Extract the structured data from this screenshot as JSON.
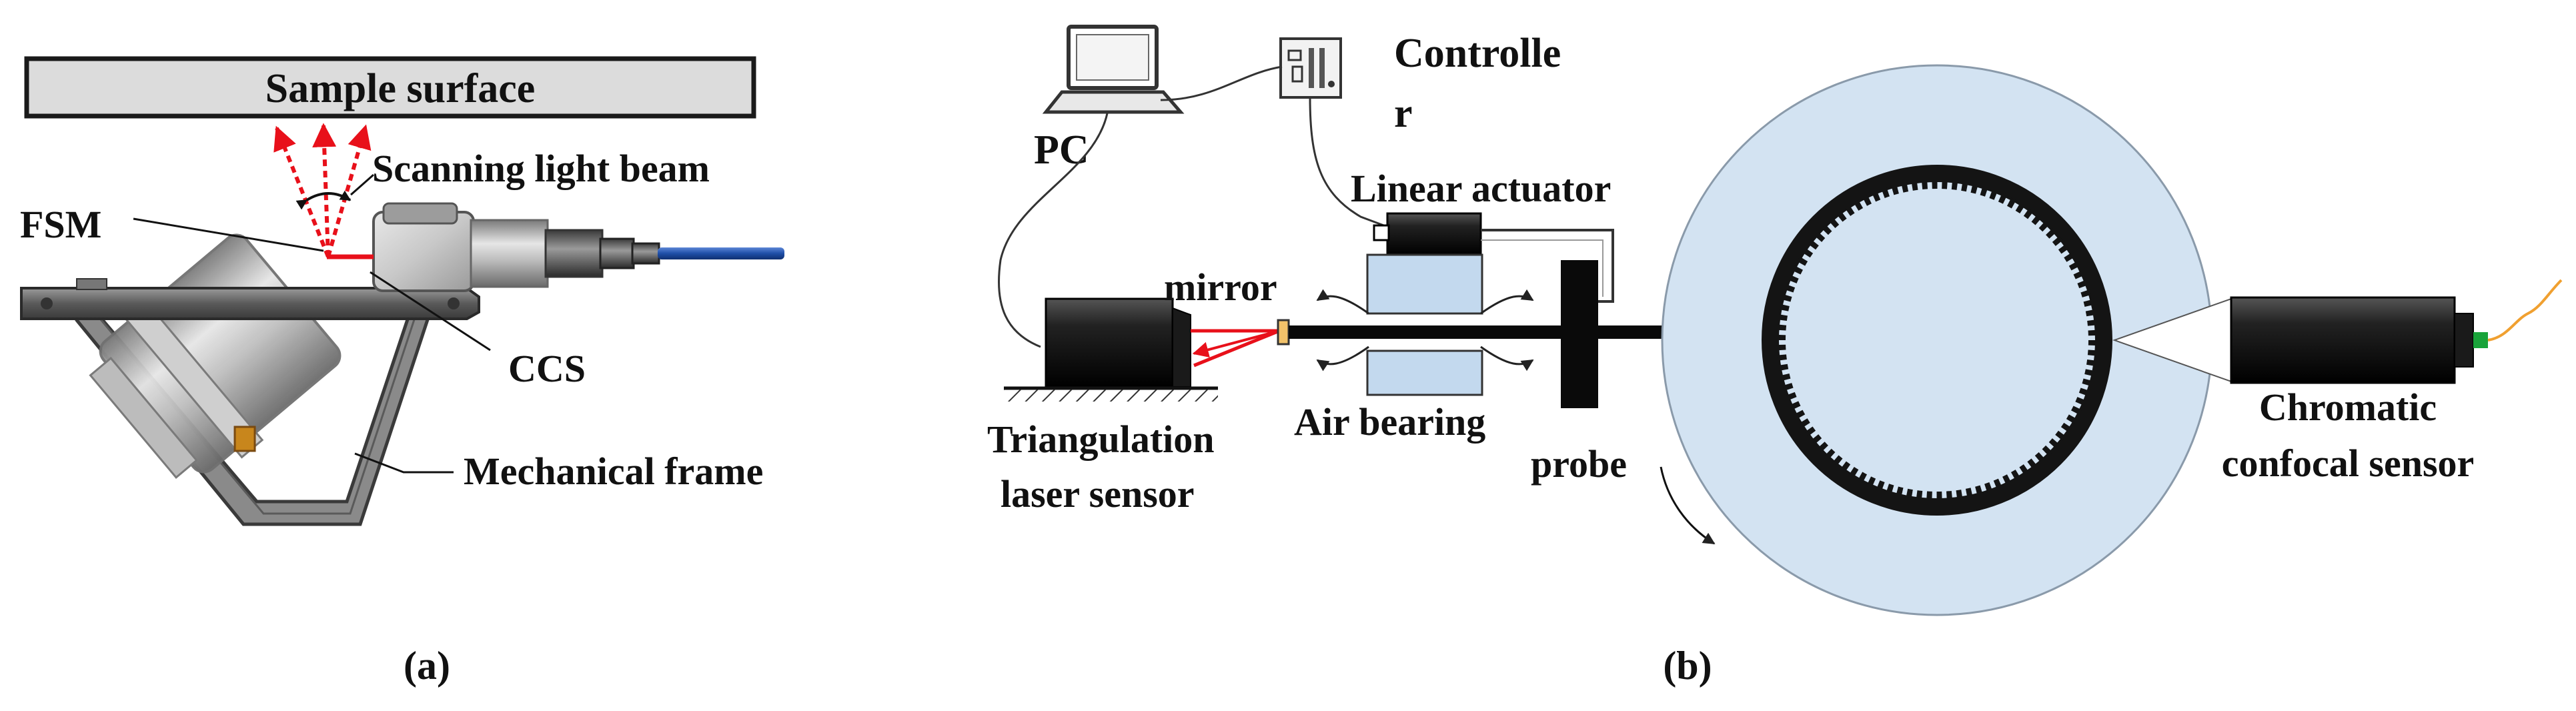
{
  "panel_a": {
    "sample_surface": "Sample surface",
    "scanning_light_beam": "Scanning light beam",
    "fsm": "FSM",
    "ccs": "CCS",
    "mechanical_frame": "Mechanical frame",
    "caption": "(a)"
  },
  "panel_b": {
    "pc": "PC",
    "controller_line1": "Controlle",
    "controller_line2": "r",
    "linear_actuator": "Linear actuator",
    "mirror": "mirror",
    "air_bearing": "Air bearing",
    "probe": "probe",
    "triangulation_line1": "Triangulation",
    "triangulation_line2": "laser sensor",
    "chromatic_line1": "Chromatic",
    "chromatic_line2": "confocal sensor",
    "caption": "(b)"
  },
  "colors": {
    "beam_red": "#e8101a",
    "fiber_blue": "#1f4fa8",
    "disk_fill": "#d3e3f2",
    "bearing_fill": "#c3d9ee",
    "fiber_orange": "#f0a030",
    "fiber_green": "#19a33a"
  }
}
